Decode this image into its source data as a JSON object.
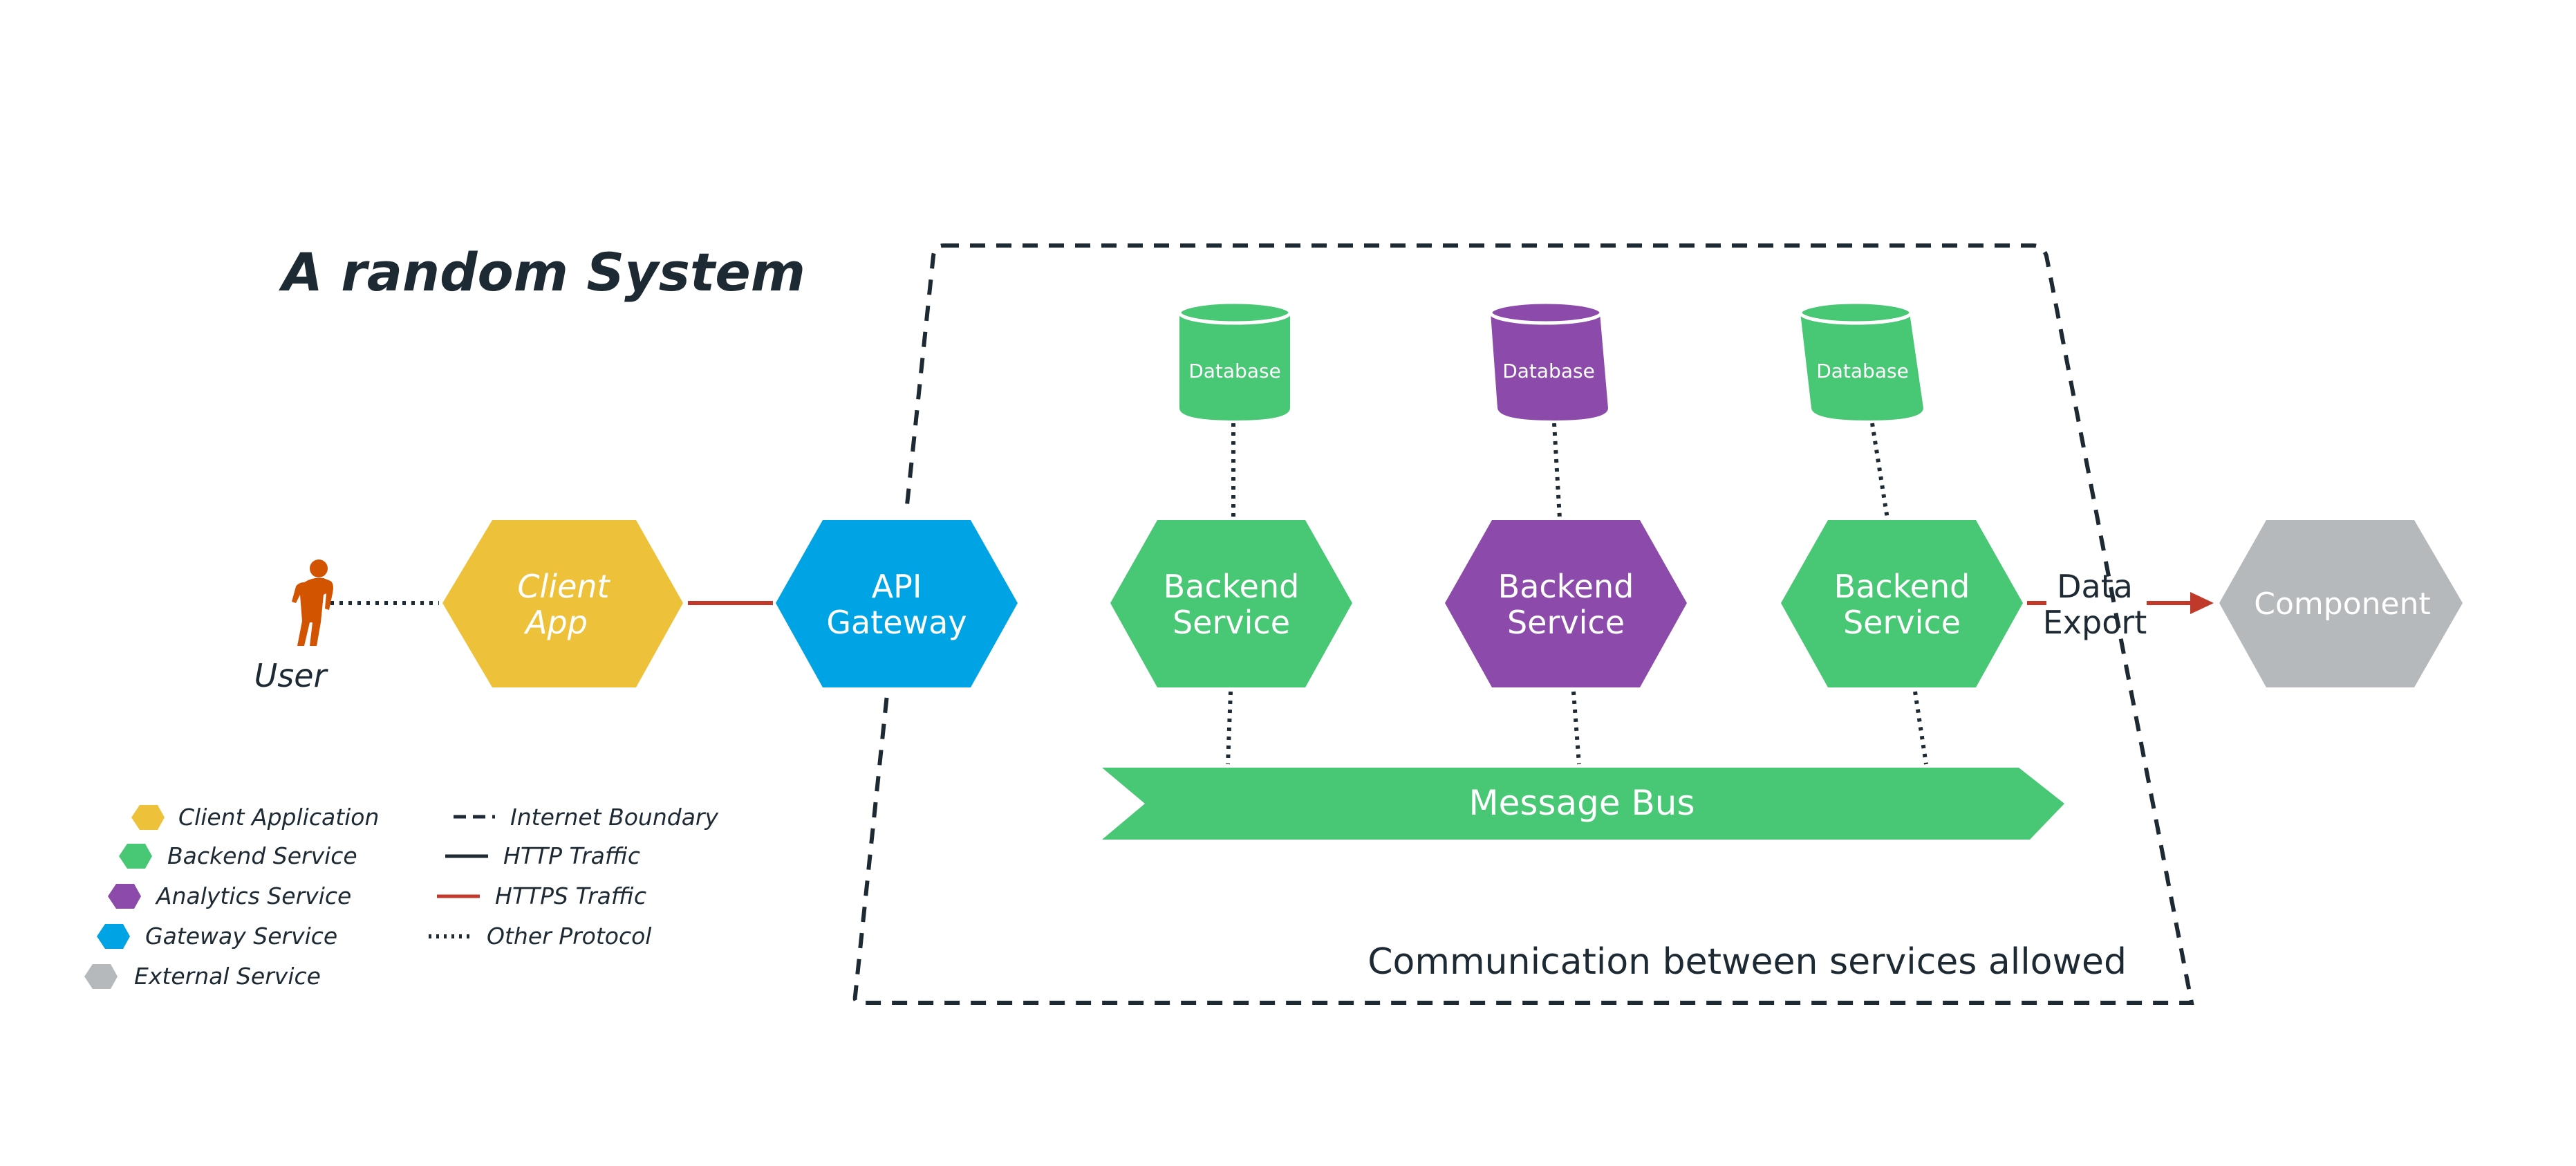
{
  "title": "A random System",
  "user": {
    "label": "User"
  },
  "nodes": {
    "client_app": {
      "line1": "Client",
      "line2": "App"
    },
    "api_gateway": {
      "line1": "API",
      "line2": "Gateway"
    },
    "backend_service_1": {
      "line1": "Backend",
      "line2": "Service"
    },
    "analytics_service": {
      "line1": "Backend",
      "line2": "Service"
    },
    "backend_service_3": {
      "line1": "Backend",
      "line2": "Service"
    },
    "external_component": {
      "label": "Component"
    }
  },
  "databases": {
    "db1": "Database",
    "db2": "Database",
    "db3": "Database"
  },
  "message_bus": "Message Bus",
  "boundary_caption": "Communication between services allowed",
  "data_export": {
    "line1": "Data",
    "line2": "Export"
  },
  "legend": {
    "shapes": [
      {
        "label": "Client Application",
        "color": "#EEC13A"
      },
      {
        "label": "Backend Service",
        "color": "#48C774"
      },
      {
        "label": "Analytics Service",
        "color": "#8C4BAB"
      },
      {
        "label": "Gateway Service",
        "color": "#00A4E4"
      },
      {
        "label": "External Service",
        "color": "#B6B9BB"
      }
    ],
    "lines": [
      {
        "label": "Internet Boundary",
        "style": "dashed",
        "color": "#1E2A33"
      },
      {
        "label": "HTTP Traffic",
        "style": "solid",
        "color": "#1E2A33"
      },
      {
        "label": "HTTPS Traffic",
        "style": "solid",
        "color": "#C0392B"
      },
      {
        "label": "Other Protocol",
        "style": "dotted",
        "color": "#1E2A33"
      }
    ]
  },
  "colors": {
    "client": "#EEC13A",
    "backend": "#48C774",
    "analytics": "#8C4BAB",
    "gateway": "#00A4E4",
    "external": "#B6B9BB",
    "user": "#D35400",
    "https": "#C0392B",
    "text": "#1E2A33"
  }
}
